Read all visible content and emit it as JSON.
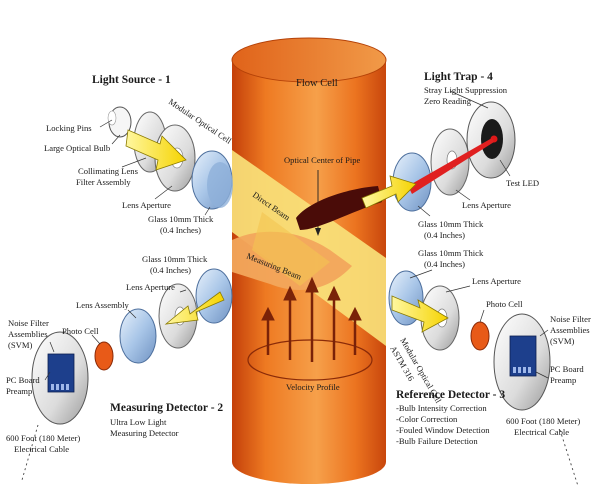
{
  "diagram": {
    "flow_cell": "Flow Cell",
    "light_source": {
      "heading": "Light Source - 1",
      "locking_pins": "Locking Pins",
      "large_optical_bulb": "Large Optical Bulb",
      "collimating_line1": "Collimating Lens",
      "collimating_line2": "Filter Assembly",
      "lens_aperture": "Lens Aperture",
      "modular_optical_cell": "Modular Optical Cell",
      "glass_line1": "Glass 10mm Thick",
      "glass_line2": "(0.4 Inches)"
    },
    "light_trap": {
      "heading": "Light Trap - 4",
      "sub1": "Stray Light Suppression",
      "sub2": "Zero Reading",
      "test_led": "Test LED",
      "lens_aperture": "Lens Aperture",
      "glass_line1": "Glass 10mm Thick",
      "glass_line2": "(0.4 Inches)"
    },
    "center": {
      "optical_center": "Optical Center of Pipe",
      "direct_beam": "Direct Beam",
      "measuring_beam": "Measuring Beam",
      "velocity_profile": "Velocity Profile"
    },
    "measuring_detector": {
      "glass_line1": "Glass 10mm Thick",
      "glass_line2": "(0.4 Inches)",
      "lens_aperture": "Lens Aperture",
      "lens_assembly": "Lens Assembly",
      "photo_cell": "Photo Cell",
      "noise_line1": "Noise Filter",
      "noise_line2": "Assemblies",
      "noise_line3": "(SVM)",
      "pc_line1": "PC Board",
      "pc_line2": "Preamp",
      "heading": "Measuring Detector - 2",
      "sub1": "Ultra Low Light",
      "sub2": "Measuring  Detector",
      "cable_line1": "600 Foot  (180 Meter)",
      "cable_line2": "Electrical Cable"
    },
    "reference_detector": {
      "glass_line1": "Glass 10mm Thick",
      "glass_line2": "(0.4 Inches)",
      "lens_aperture": "Lens Aperture",
      "photo_cell": "Photo Cell",
      "noise_line1": "Noise Filter",
      "noise_line2": "Assemblies",
      "noise_line3": "(SVM)",
      "pc_line1": "PC Board",
      "pc_line2": "Preamp",
      "modular_line1": "Modular Optical Cell",
      "modular_line2": "ASTM 316",
      "heading": "Reference Detector - 3",
      "features": [
        "-Bulb Intensity Correction",
        "-Color Correction",
        "-Fouled Window Detection",
        "-Bulb Failure Detection"
      ],
      "cable_line1": "600 Foot  (180 Meter)",
      "cable_line2": "Electrical Cable"
    }
  }
}
